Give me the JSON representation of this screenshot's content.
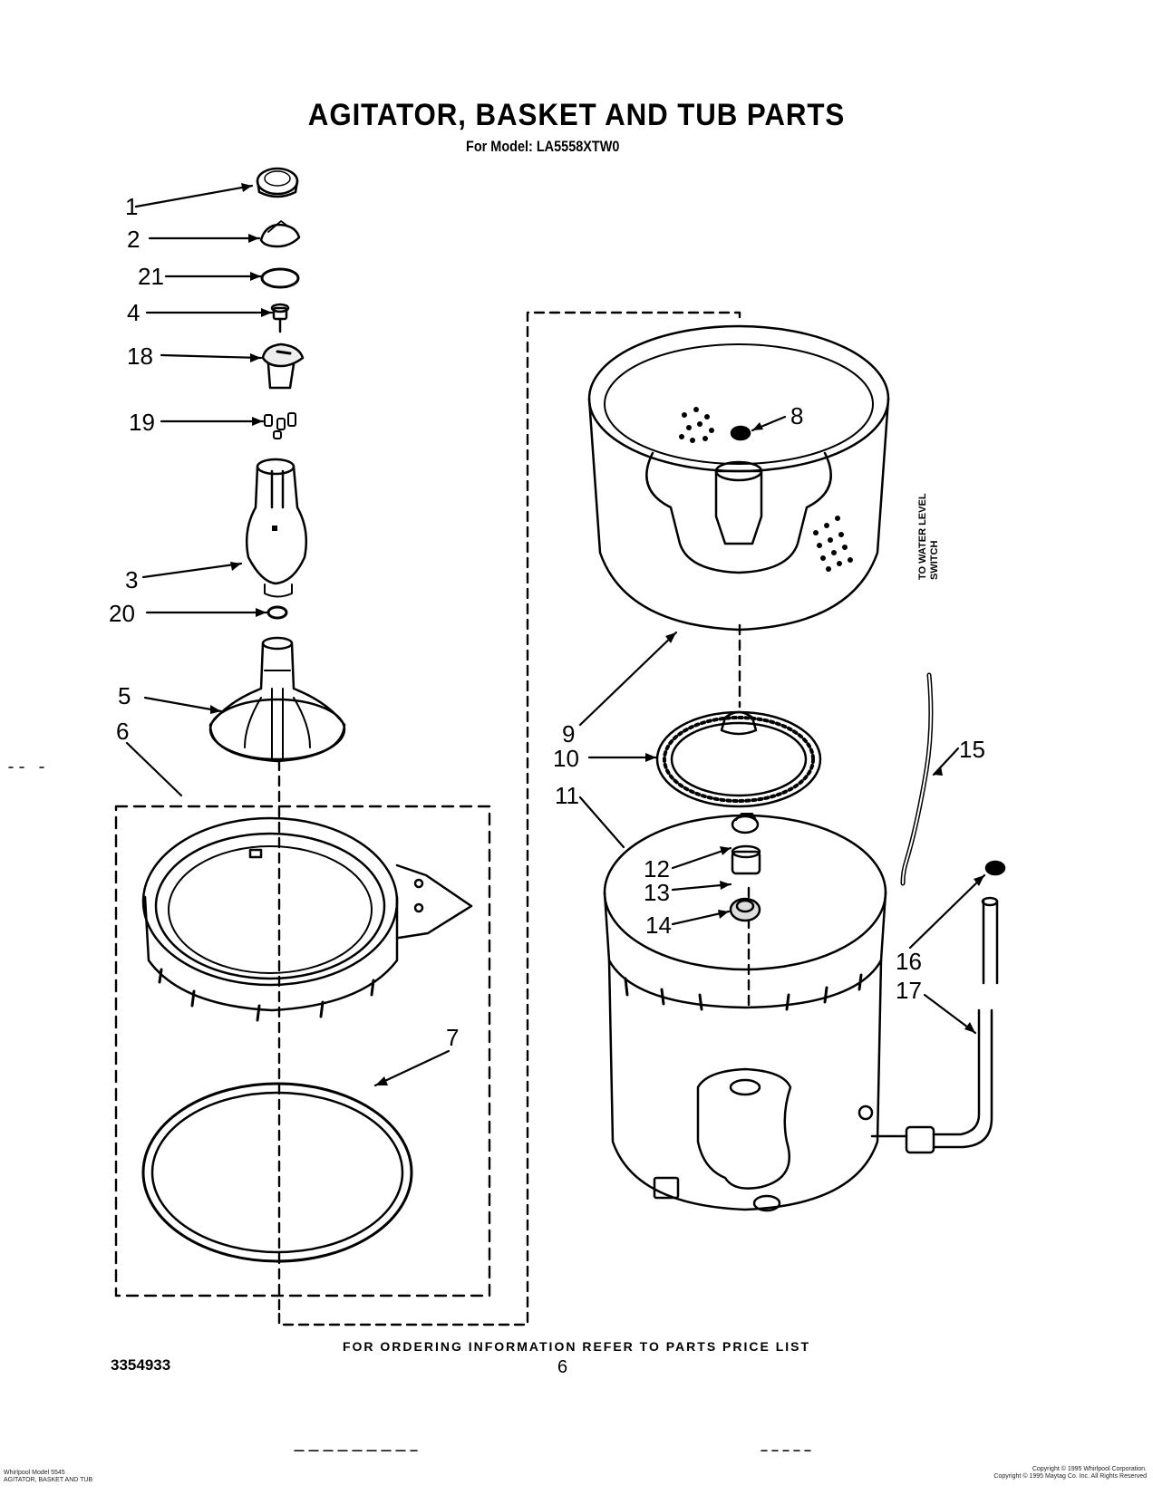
{
  "title": "AGITATOR, BASKET AND TUB PARTS",
  "subtitle": "For Model: LA5558XTW0",
  "callouts": [
    "1",
    "2",
    "21",
    "4",
    "18",
    "19",
    "3",
    "20",
    "5",
    "6",
    "7",
    "8",
    "9",
    "10",
    "11",
    "12",
    "13",
    "14",
    "15",
    "16",
    "17"
  ],
  "side_note": "TO WATER LEVEL\nSWITCH",
  "footer_note": "FOR ORDERING INFORMATION REFER TO PARTS PRICE LIST",
  "part_number": "3354933",
  "page_number": "6",
  "fine_print": {
    "left": "Whirlpool Model 5545\nAGITATOR, BASKET AND TUB",
    "right": "Copyright © 1995 Whirlpool Corporation.\nCopyright © 1995 Maytag Co. Inc. All Rights Reserved"
  }
}
